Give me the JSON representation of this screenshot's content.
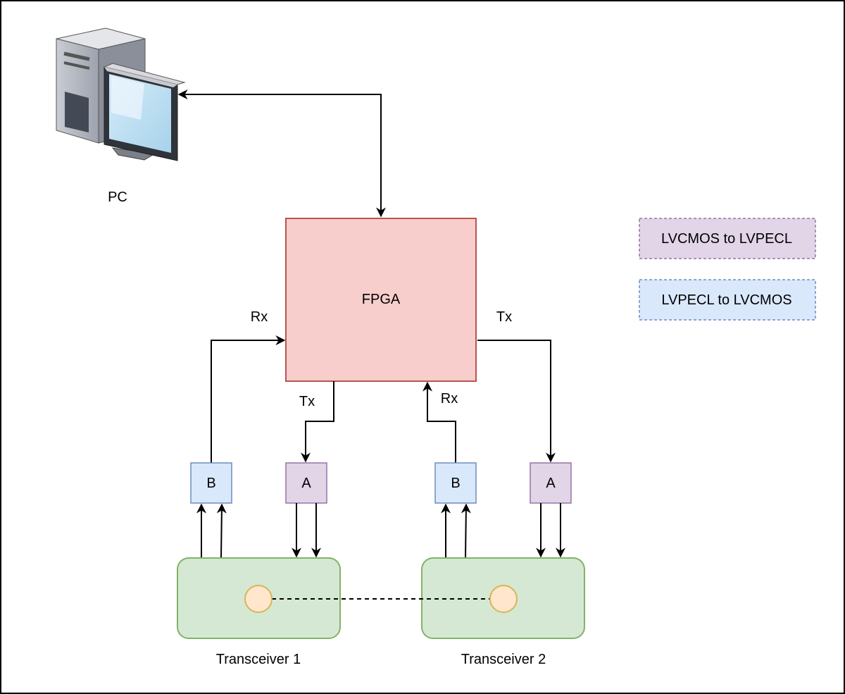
{
  "pc": {
    "label": "PC",
    "icon": "desktop-computer-icon"
  },
  "fpga": {
    "label": "FPGA",
    "fill": "#f8cecc",
    "stroke": "#b85450"
  },
  "signals": {
    "left_rx": "Rx",
    "right_tx": "Tx",
    "center_tx": "Tx",
    "center_rx": "Rx"
  },
  "converters": {
    "b": {
      "label": "B",
      "fill": "#dae8fc",
      "stroke": "#6c8ebf"
    },
    "a": {
      "label": "A",
      "fill": "#e1d5e7",
      "stroke": "#9673a6"
    }
  },
  "transceivers": [
    {
      "label": "Transceiver 1"
    },
    {
      "label": "Transceiver 2"
    }
  ],
  "transceiver_style": {
    "fill": "#d5e8d4",
    "stroke": "#82b366",
    "port_fill": "#ffe6cc",
    "port_stroke": "#d6b656"
  },
  "legend": {
    "lvcmos_to_lvpecl": "LVCMOS to LVPECL",
    "lvpecl_to_lvcmos": "LVPECL to LVCMOS"
  }
}
